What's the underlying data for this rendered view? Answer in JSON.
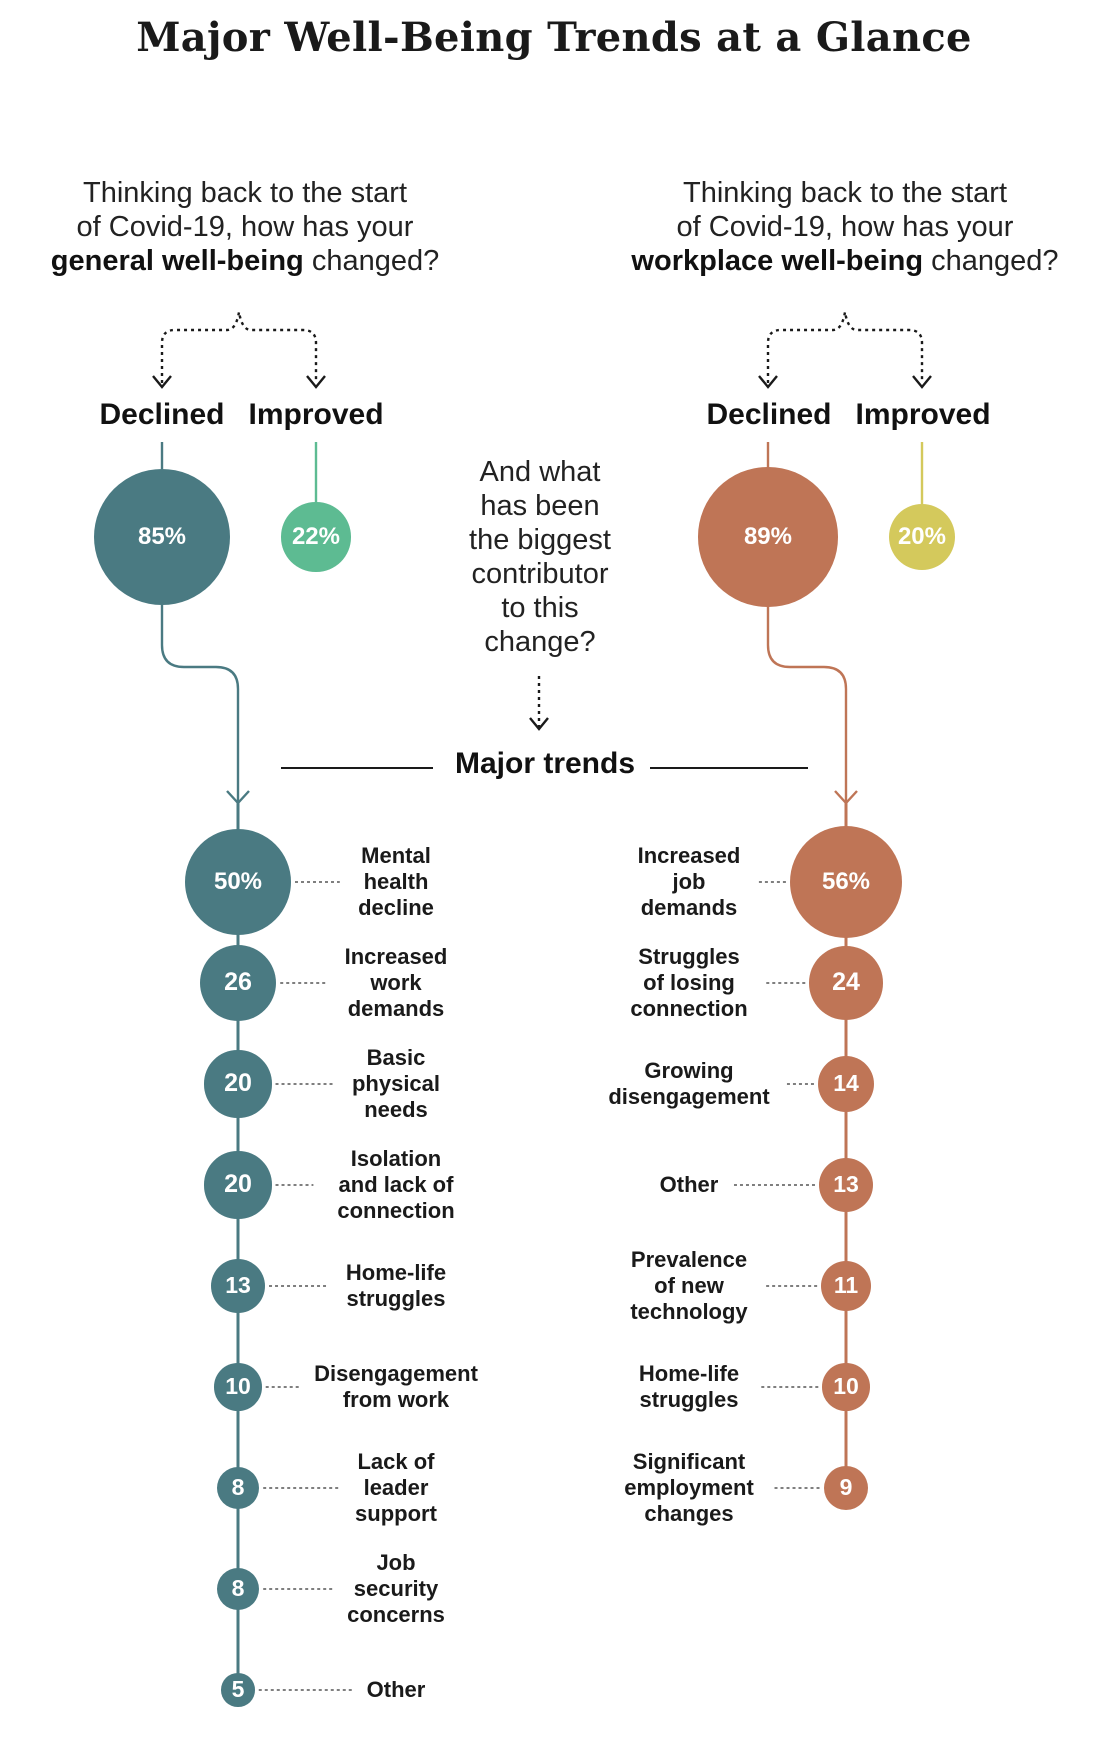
{
  "title": "Major Well-Being Trends at a Glance",
  "questions": {
    "general": {
      "lines": [
        "Thinking back to the start",
        "of Covid-19, how has your"
      ],
      "bold": "general well-being",
      "tail": " changed?"
    },
    "workplace": {
      "lines": [
        "Thinking back to the start",
        "of Covid-19, how has your"
      ],
      "bold": "workplace well-being",
      "tail": " changed?"
    },
    "contributor": {
      "lines": [
        "And what",
        "has been",
        "the biggest",
        "contributor",
        "to this",
        "change?"
      ]
    }
  },
  "headers": {
    "declined": "Declined",
    "improved": "Improved"
  },
  "trends_label": "Major trends",
  "colors": {
    "general_declined": "#4a7a82",
    "general_improved": "#5dbb92",
    "workplace_declined": "#bf7556",
    "workplace_improved": "#d4c95c",
    "line_dark": "#1a1a1a"
  },
  "chart_data": [
    {
      "type": "bubble",
      "question": "general well-being changed",
      "categories": [
        "Declined",
        "Improved"
      ],
      "values": [
        85,
        22
      ],
      "value_labels": [
        "85%",
        "22%"
      ]
    },
    {
      "type": "bubble",
      "question": "workplace well-being changed",
      "categories": [
        "Declined",
        "Improved"
      ],
      "values": [
        89,
        20
      ],
      "value_labels": [
        "89%",
        "20%"
      ]
    },
    {
      "type": "bubble",
      "group": "general well-being declined: biggest contributor",
      "categories": [
        [
          "Mental",
          "health",
          "decline"
        ],
        [
          "Increased",
          "work",
          "demands"
        ],
        [
          "Basic",
          "physical",
          "needs"
        ],
        [
          "Isolation",
          "and lack of",
          "connection"
        ],
        [
          "Home-life",
          "struggles"
        ],
        [
          "Disengagement",
          "from work"
        ],
        [
          "Lack of",
          "leader",
          "support"
        ],
        [
          "Job",
          "security",
          "concerns"
        ],
        [
          "Other"
        ]
      ],
      "values": [
        50,
        26,
        20,
        20,
        13,
        10,
        8,
        8,
        5
      ],
      "value_labels": [
        "50%",
        "26",
        "20",
        "20",
        "13",
        "10",
        "8",
        "8",
        "5"
      ]
    },
    {
      "type": "bubble",
      "group": "workplace well-being declined: biggest contributor",
      "categories": [
        [
          "Increased",
          "job",
          "demands"
        ],
        [
          "Struggles",
          "of losing",
          "connection"
        ],
        [
          "Growing",
          "disengagement"
        ],
        [
          "Other"
        ],
        [
          "Prevalence",
          "of new",
          "technology"
        ],
        [
          "Home-life",
          "struggles"
        ],
        [
          "Significant",
          "employment",
          "changes"
        ]
      ],
      "values": [
        56,
        24,
        14,
        13,
        11,
        10,
        9
      ],
      "value_labels": [
        "56%",
        "24",
        "14",
        "13",
        "11",
        "10",
        "9"
      ]
    }
  ]
}
